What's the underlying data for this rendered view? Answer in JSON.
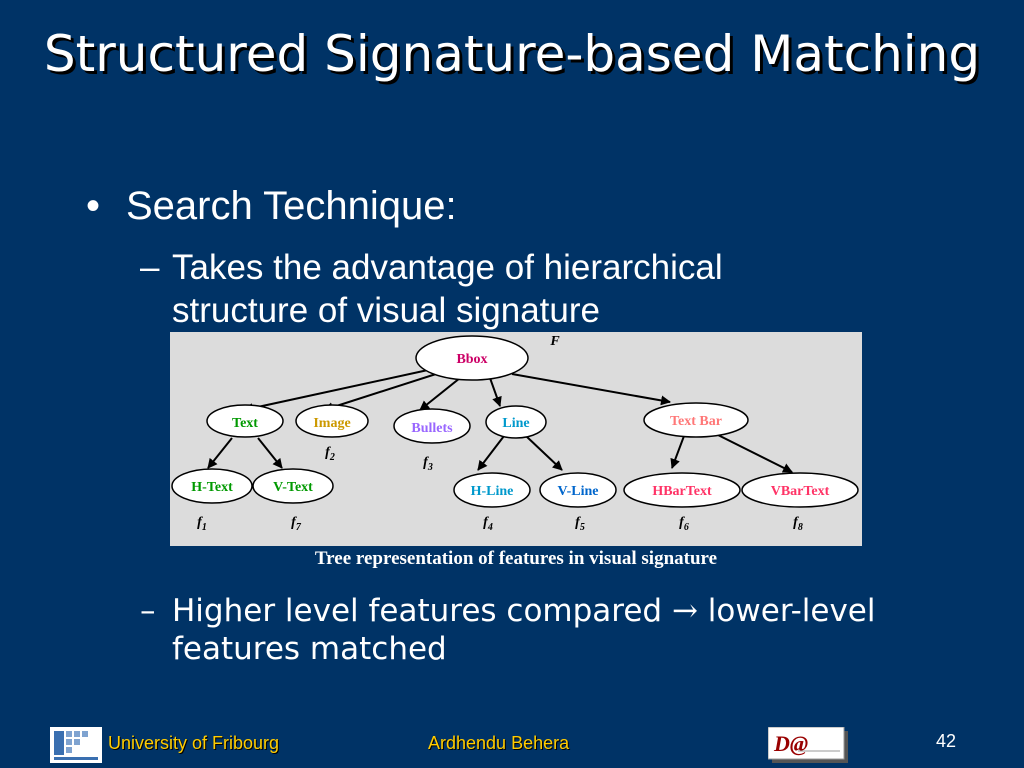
{
  "slide": {
    "title": "Structured Signature-based Matching",
    "bullet": "Search Technique:",
    "bullet_marker": "•",
    "sub1_dash": "–",
    "sub1": "Takes the advantage of hierarchical structure of visual signature",
    "caption": "Tree representation of features in visual signature",
    "sub2_dash": "–",
    "sub2_before": "Higher level features compared ",
    "sub2_arrow": "→",
    "sub2_after": " lower-level features matched",
    "footer_left": "University of Fribourg",
    "footer_center": "Ardhendu Behera",
    "slide_number": "42",
    "logo_right_text": "D@"
  },
  "diagram": {
    "root": {
      "label": "Bbox",
      "feature": "F"
    },
    "nodes": {
      "text": "Text",
      "image": "Image",
      "bullets": "Bullets",
      "line": "Line",
      "textbar": "Text Bar",
      "htext": "H-Text",
      "vtext": "V-Text",
      "hline": "H-Line",
      "vline": "V-Line",
      "hbartext": "HBarText",
      "vbartext": "VBarText"
    },
    "features": {
      "f1": "1",
      "f2": "2",
      "f3": "3",
      "f4": "4",
      "f5": "5",
      "f6": "6",
      "f7": "7",
      "f8": "8",
      "letter": "f"
    },
    "colors": {
      "panel": "#dcdcdc",
      "bbox": "#cc0066",
      "text": "#009900",
      "image": "#cc9900",
      "bullets": "#9966ff",
      "line": "#0099cc",
      "textbar": "#ff7777",
      "htext": "#009900",
      "vtext": "#009900",
      "hline": "#0099cc",
      "vline": "#0066cc",
      "hbartext": "#ff3366",
      "vbartext": "#ff3366"
    }
  }
}
